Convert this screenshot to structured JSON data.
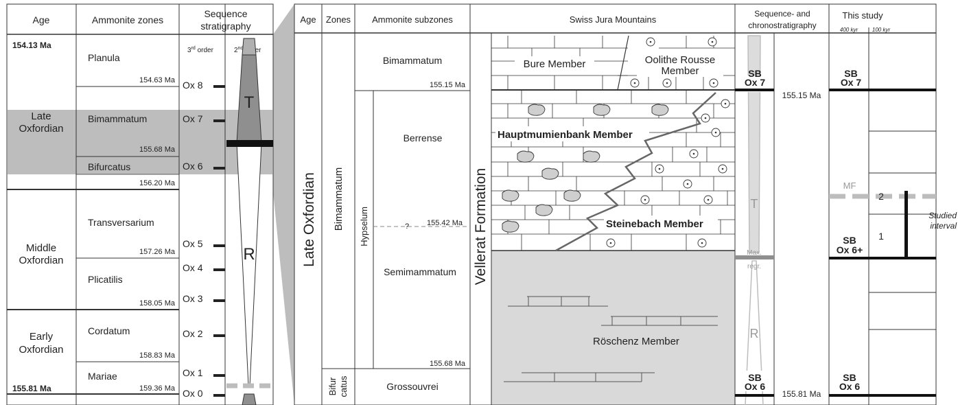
{
  "left": {
    "headers": {
      "age": "Age",
      "zones": "Ammonite zones",
      "seq_line1": "Sequence",
      "seq_line2": "stratigraphy",
      "third_order": "3",
      "third_sup": "rd",
      "third_suffix": " order",
      "second_order": "2",
      "second_sup": "nd",
      "second_suffix": " order"
    },
    "age_top": "154.13 Ma",
    "age_bottom": "155.81 Ma",
    "ages": [
      {
        "line1": "Late",
        "line2": "Oxfordian"
      },
      {
        "line1": "Middle",
        "line2": "Oxfordian"
      },
      {
        "line1": "Early",
        "line2": "Oxfordian"
      }
    ],
    "zones": [
      {
        "name": "Planula",
        "age": "154.63 Ma"
      },
      {
        "name": "Bimammatum",
        "age": "155.68 Ma"
      },
      {
        "name": "Bifurcatus",
        "age": "156.20 Ma"
      },
      {
        "name": "Transversarium",
        "age": "157.26 Ma"
      },
      {
        "name": "Plicatilis",
        "age": "158.05 Ma"
      },
      {
        "name": "Cordatum",
        "age": "158.83 Ma"
      },
      {
        "name": "Mariae",
        "age": "159.36 Ma"
      }
    ],
    "sequences": [
      "Ox 8",
      "Ox 7",
      "Ox 6",
      "Ox 5",
      "Ox 4",
      "Ox 3",
      "Ox 2",
      "Ox 1",
      "Ox 0"
    ],
    "trend_T": "T",
    "trend_R": "R"
  },
  "right": {
    "headers": {
      "age": "Age",
      "zones": "Zones",
      "subzones": "Ammonite subzones",
      "swiss": "Swiss Jura Mountains",
      "seq_line1": "Sequence- and",
      "seq_line2": "chronostratigraphy",
      "study": "This study",
      "kyr400": "400 kyr",
      "kyr100": "100 kyr"
    },
    "age": "Late Oxfordian",
    "zone_bimammatum": "Bimammatum",
    "zone_bifur_1": "Bifur",
    "zone_bifur_2": "catus",
    "hypselum": "Hypselum",
    "subzones": {
      "bimammatum": "Bimammatum",
      "bimammatum_age": "155.15 Ma",
      "berrense": "Berrense",
      "mid_question": "?",
      "mid_age": "155.42 Ma",
      "semimammatum": "Semimammatum",
      "semi_age": "155.68 Ma",
      "grossouvrei": "Grossouvrei"
    },
    "formation": "Vellerat Formation",
    "members": {
      "bure": "Bure Member",
      "oolithe_1": "Oolithe Rousse",
      "oolithe_2": "Member",
      "haupt": "Hauptmumienbank Member",
      "steinebach": "Steinebach Member",
      "roschenz": "Röschenz Member"
    },
    "seq": {
      "sb_top_1": "SB",
      "sb_top_2": "Ox 7",
      "top_age": "155.15 Ma",
      "T": "T",
      "R": "R",
      "maxregr_1": "Max.",
      "maxregr_2": "regr.",
      "sb_bot_1": "SB",
      "sb_bot_2": "Ox 6",
      "bot_age": "155.81 Ma"
    },
    "study": {
      "sb_ox7_1": "SB",
      "sb_ox7_2": "Ox 7",
      "mf": "MF",
      "n2": "2",
      "n1": "1",
      "sb_ox6p_1": "SB",
      "sb_ox6p_2": "Ox 6+",
      "sb_ox6_1": "SB",
      "sb_ox6_2": "Ox 6"
    },
    "studied_1": "Studied",
    "studied_2": "interval"
  },
  "colors": {
    "shade": "#bdbdbd",
    "panel": "#d9d9d9",
    "dark": "#8f8f8f",
    "light": "#dcdcdc"
  }
}
